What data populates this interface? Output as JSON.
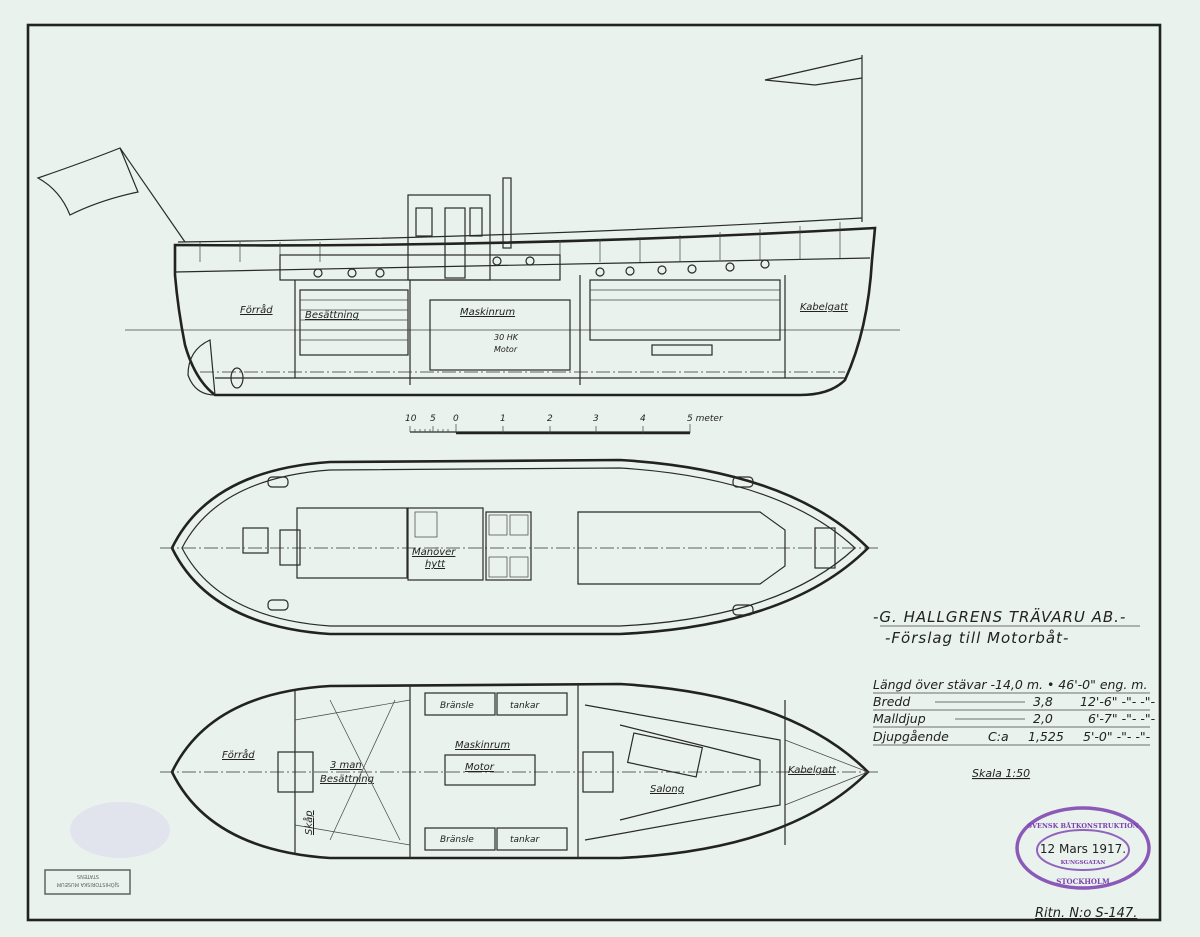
{
  "title": {
    "company": "-G. HALLGRENS TRÄVARU AB.-",
    "subtitle": "-Förslag till Motorbåt-"
  },
  "specs": [
    {
      "label": "Längd över stävar",
      "value": "-14,0 m. • 46'-0\" eng. m."
    },
    {
      "label": "Bredd",
      "value": "3,8",
      "imperial": "12'-6\" -\"- -\"-"
    },
    {
      "label": "Malldjup",
      "value": "2,0",
      "imperial": "6'-7\" -\"- -\"-"
    },
    {
      "label": "Djupgående",
      "prefix": "C:a",
      "value": "1,525",
      "imperial": "5'-0\" -\"- -\"-"
    }
  ],
  "scale": "Skala 1:50",
  "scale_bar": {
    "ticks": [
      "10",
      "5",
      "0",
      "1",
      "2",
      "3",
      "4",
      "5 meter"
    ]
  },
  "profile_labels": {
    "forrad": "Förråd",
    "besattning": "Besättning",
    "maskinrum": "Maskinrum",
    "motor_hp": "30 HK",
    "motor": "Motor",
    "kabelgatt": "Kabelgatt"
  },
  "deck_plan_labels": {
    "hytt_1": "Manöver",
    "hytt_2": "hytt"
  },
  "lower_plan_labels": {
    "forrad": "Förråd",
    "man": "3 man",
    "besattning": "Besättning",
    "skap": "Skåp",
    "maskinrum": "Maskinrum",
    "motor": "Motor",
    "bransle_top_1": "Bränsle",
    "bransle_top_2": "tankar",
    "bransle_bot_1": "Bränsle",
    "bransle_bot_2": "tankar",
    "salong": "Salong",
    "kabelgatt": "Kabelgatt"
  },
  "stamp": {
    "top": "SVENSK BÅTKONSTRUKTION",
    "date": "12 Mars 1917.",
    "street": "KUNGSGATAN",
    "city": "STOCKHOLM"
  },
  "archive_stamp": {
    "line1": "STATENS",
    "line2": "SJÖHISTORISKA MUSEUM"
  },
  "drawing_number": "Ritn. N:o S-147.",
  "colors": {
    "paper": "#e9f2ec",
    "ink": "#222222",
    "stamp": "#7a3fb0"
  }
}
